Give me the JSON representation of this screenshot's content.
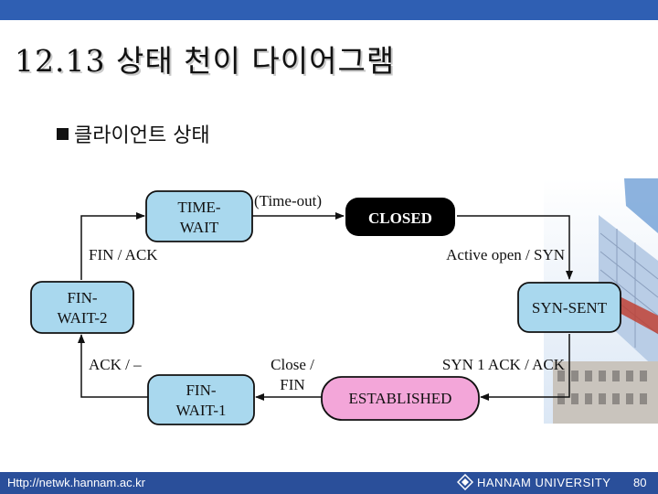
{
  "slide": {
    "title": "12.13 상태 천이 다이어그램",
    "bullet": "클라이언트 상태"
  },
  "diagram": {
    "states": {
      "time_wait": [
        "TIME-",
        "WAIT"
      ],
      "closed": "CLOSED",
      "syn_sent": "SYN-SENT",
      "established": "ESTABLISHED",
      "fin_wait_1": [
        "FIN-",
        "WAIT-1"
      ],
      "fin_wait_2": [
        "FIN-",
        "WAIT-2"
      ]
    },
    "transitions": {
      "timeout": "(Time-out)",
      "active_open": "Active open / SYN",
      "syn_ack": "SYN 1 ACK / ACK",
      "close_fin": [
        "Close /",
        "FIN"
      ],
      "ack": "ACK / –",
      "fin_ack": "FIN / ACK"
    },
    "colors": {
      "state_blue": "#a9d8ee",
      "closed_fill": "#000000",
      "established_fill": "#f3a6d9"
    }
  },
  "footer": {
    "url": "Http://netwk.hannam.ac.kr",
    "university": "HANNAM  UNIVERSITY",
    "page": "80"
  }
}
